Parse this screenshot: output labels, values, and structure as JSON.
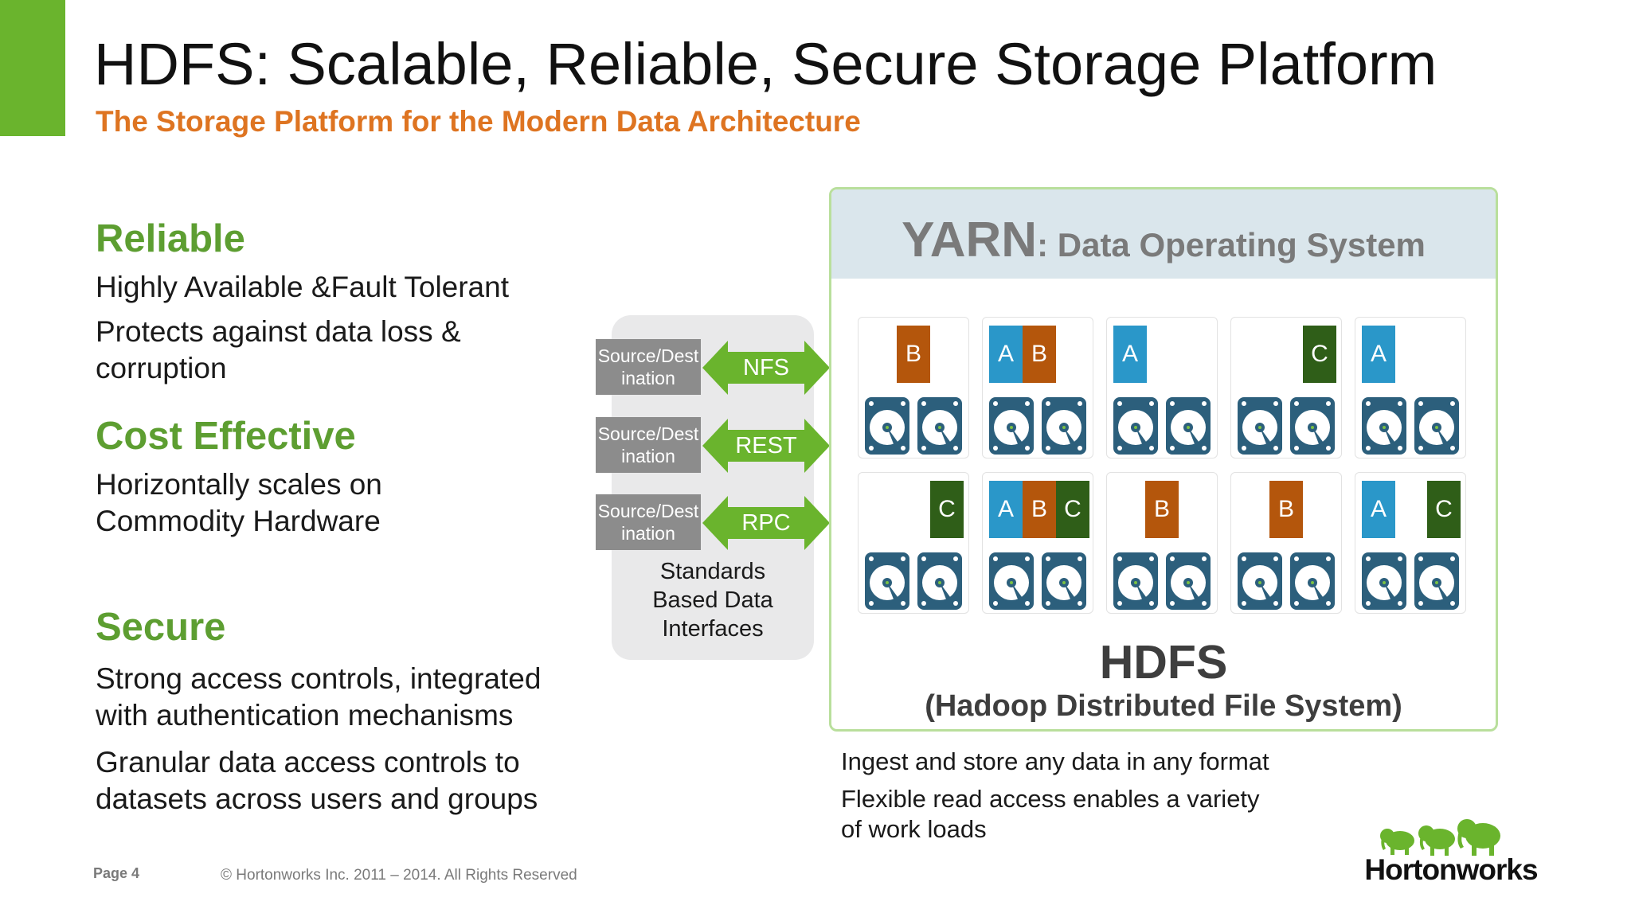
{
  "header": {
    "title": "HDFS: Scalable, Reliable, Secure Storage Platform",
    "subtitle": "The Storage Platform for the Modern Data Architecture"
  },
  "sections": {
    "reliable": {
      "heading": "Reliable",
      "line1": "Highly Available &Fault Tolerant",
      "line2": "Protects against data loss &",
      "line3": "corruption"
    },
    "cost": {
      "heading": "Cost Effective",
      "line1": "Horizontally scales on",
      "line2": "Commodity Hardware"
    },
    "secure": {
      "heading": "Secure",
      "line1": "Strong access controls, integrated",
      "line2": "with authentication mechanisms",
      "line3": "Granular data access controls to",
      "line4": "datasets across users and groups"
    }
  },
  "interfaces": {
    "items": [
      {
        "source_line1": "Source/Dest",
        "source_line2": "ination",
        "protocol": "NFS"
      },
      {
        "source_line1": "Source/Dest",
        "source_line2": "ination",
        "protocol": "REST"
      },
      {
        "source_line1": "Source/Dest",
        "source_line2": "ination",
        "protocol": "RPC"
      }
    ],
    "caption_line1": "Standards",
    "caption_line2": "Based Data",
    "caption_line3": "Interfaces"
  },
  "diagram": {
    "yarn_big": "YARN",
    "yarn_rest": ": Data Operating System",
    "hdfs_title": "HDFS",
    "hdfs_subtitle": "(Hadoop Distributed File System)",
    "block_colors": {
      "A": "#2a97c9",
      "B": "#b4560c",
      "C": "#2f5e18"
    },
    "disk_color": "#2c5f7c",
    "nodes": [
      [
        "B"
      ],
      [
        "A",
        "B"
      ],
      [
        "A"
      ],
      [
        "C"
      ],
      [
        "A"
      ],
      [
        "C"
      ],
      [
        "A",
        "B",
        "C"
      ],
      [
        "B"
      ],
      [
        "B"
      ],
      [
        "A",
        "C"
      ]
    ]
  },
  "bullets": {
    "ingest": "Ingest and store any data in any format",
    "flexible1": "Flexible read access enables a variety",
    "flexible2": "of work loads"
  },
  "footer": {
    "page": "Page 4",
    "copyright": "© Hortonworks Inc. 2011 – 2014. All Rights Reserved",
    "logo_text": "Hortonworks"
  },
  "colors": {
    "accent_green": "#6ab42d",
    "heading_green": "#5d9e31",
    "subtitle_orange": "#de7421",
    "arrow_green": "#6ab42d"
  }
}
